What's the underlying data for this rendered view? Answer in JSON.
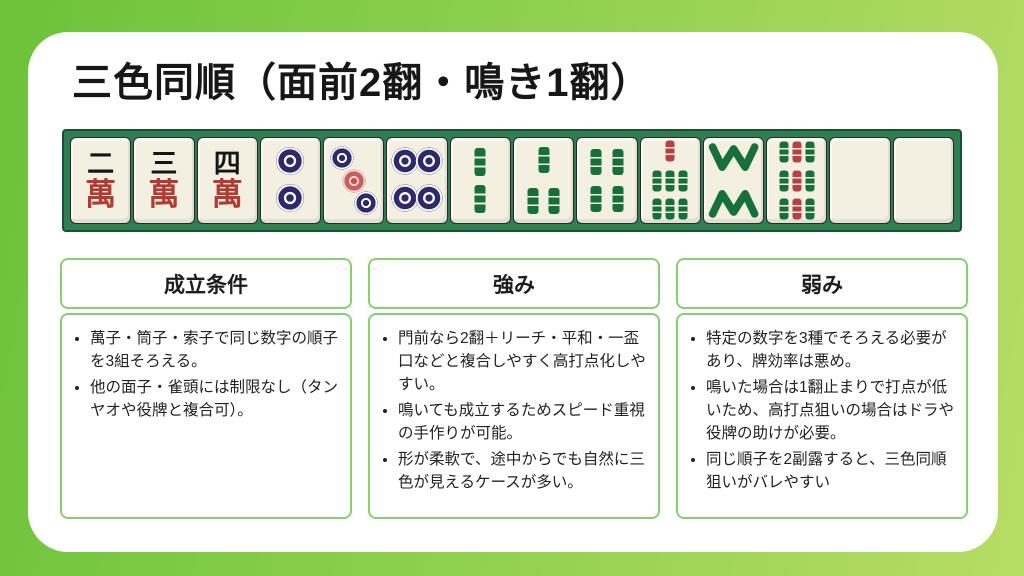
{
  "page": {
    "title": "三色同順（面前2翻・鳴き1翻）"
  },
  "tiles": [
    {
      "name": "2man",
      "suit": "man",
      "rank": 2,
      "top": "二",
      "bottom": "萬"
    },
    {
      "name": "3man",
      "suit": "man",
      "rank": 3,
      "top": "三",
      "bottom": "萬"
    },
    {
      "name": "4man",
      "suit": "man",
      "rank": 4,
      "top": "四",
      "bottom": "萬"
    },
    {
      "name": "2pin",
      "suit": "pin",
      "rank": 2
    },
    {
      "name": "3pin",
      "suit": "pin",
      "rank": 3
    },
    {
      "name": "4pin",
      "suit": "pin",
      "rank": 4
    },
    {
      "name": "2sou",
      "suit": "sou",
      "rank": 2
    },
    {
      "name": "3sou",
      "suit": "sou",
      "rank": 3
    },
    {
      "name": "4sou",
      "suit": "sou",
      "rank": 4
    },
    {
      "name": "7sou",
      "suit": "sou",
      "rank": 7
    },
    {
      "name": "8sou",
      "suit": "sou",
      "rank": 8
    },
    {
      "name": "9sou",
      "suit": "sou",
      "rank": 9
    },
    {
      "name": "blank",
      "suit": "blank"
    },
    {
      "name": "blank",
      "suit": "blank"
    }
  ],
  "cards": [
    {
      "title": "成立条件",
      "bullets": [
        "萬子・筒子・索子で同じ数字の順子を3組そろえる。",
        "他の面子・雀頭には制限なし（タンヤオや役牌と複合可）。"
      ]
    },
    {
      "title": "強み",
      "bullets": [
        "門前なら2翻＋リーチ・平和・一盃口などと複合しやすく高打点化しやすい。",
        "鳴いても成立するためスピード重視の手作りが可能。",
        "形が柔軟で、途中からでも自然に三色が見えるケースが多い。"
      ]
    },
    {
      "title": "弱み",
      "bullets": [
        "特定の数字を3種でそろえる必要があり、牌効率は悪め。",
        "鳴いた場合は1翻止まりで打点が低いため、高打点狙いの場合はドラや役牌の助けが必要。",
        "同じ順子を2副露すると、三色同順狙いがバレやすい"
      ]
    }
  ],
  "colors": {
    "background_gradient_start": "#6cc23a",
    "background_gradient_end": "#b7dc66",
    "rack_green": "#2f7e51",
    "card_border_green": "#86cf74",
    "tile_face": "#f3f0e2",
    "man_red": "#b23c33",
    "pin_navy": "#2c2a6d",
    "pin_red": "#c94f4f",
    "sou_green": "#17703a",
    "sou_red": "#b94040",
    "title_color": "#171717"
  }
}
